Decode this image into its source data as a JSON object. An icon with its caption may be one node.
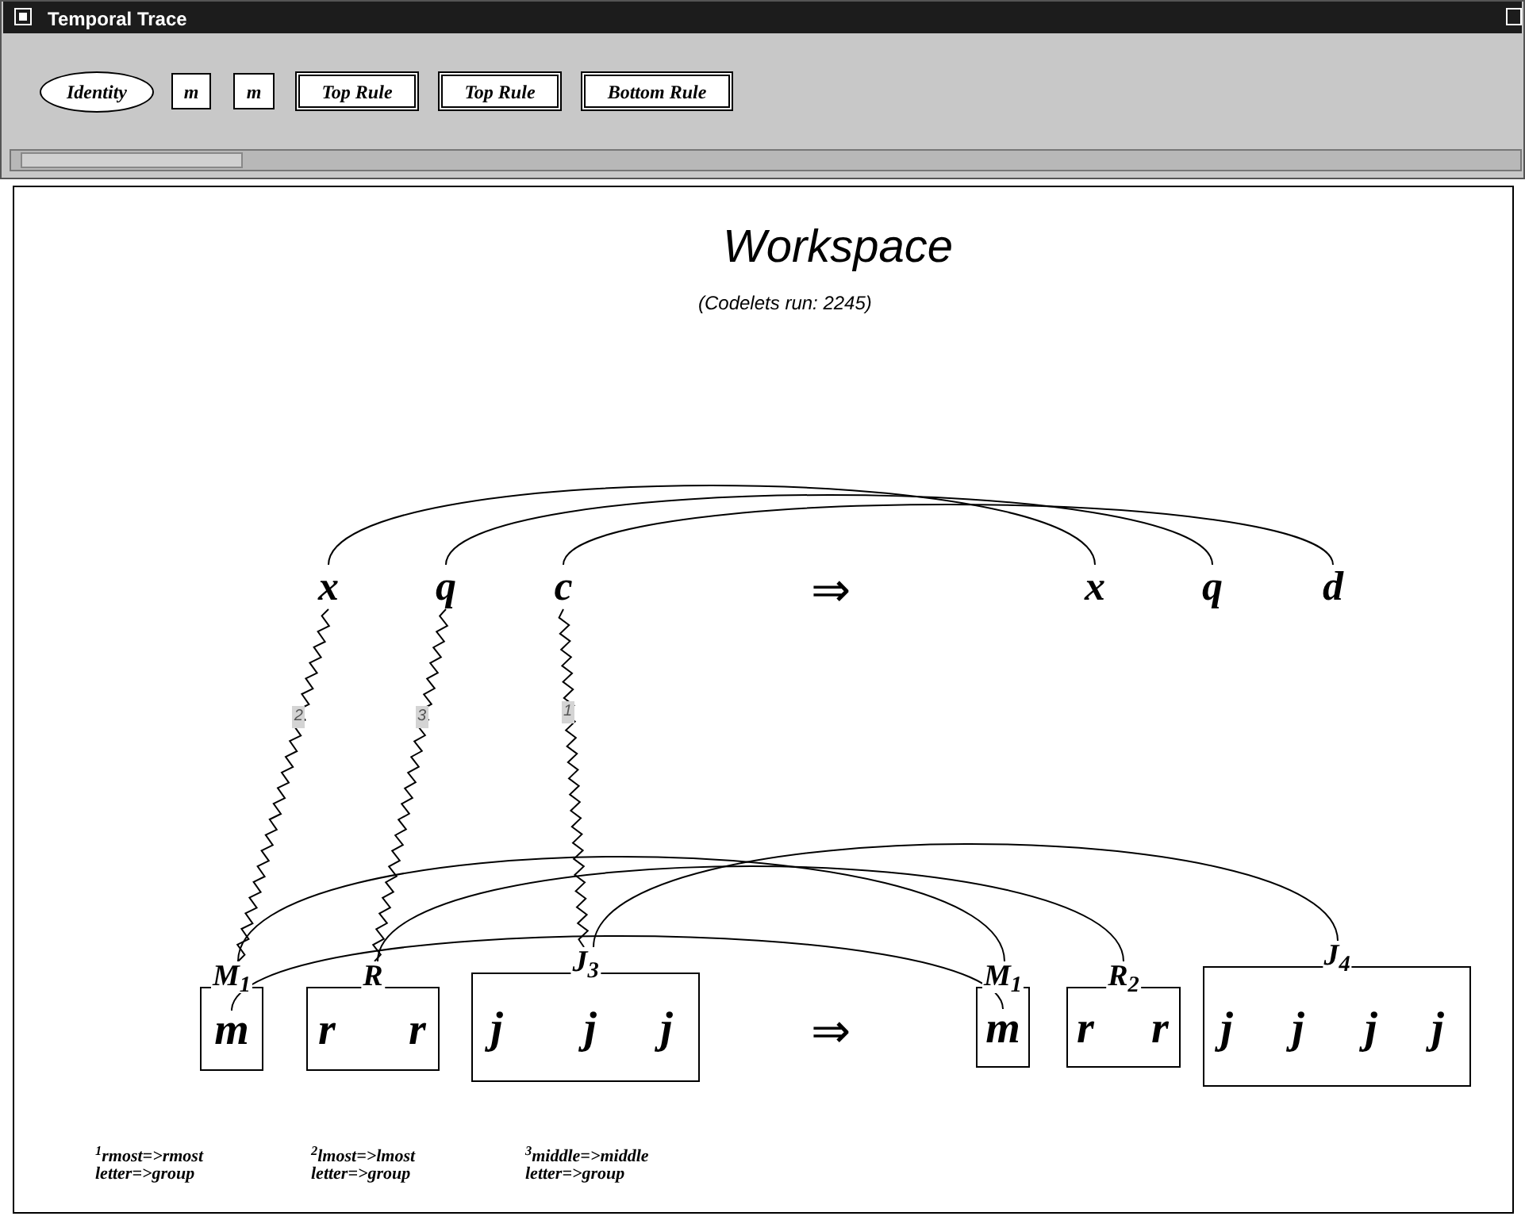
{
  "diagram": {
    "title": "Workspace",
    "nodes": [
      {
        "text": [
          "Identity"
        ]
      },
      {
        "text": [
          "m"
        ]
      },
      {
        "text": [
          "m"
        ]
      },
      {
        "text": [
          "Top Rule"
        ]
      },
      {
        "text": [
          "Top Rule"
        ]
      },
      {
        "text": [
          "Bottom Rule"
        ]
      },
      {
        "text": [
          "x"
        ]
      },
      {
        "text": [
          "q"
        ]
      },
      {
        "text": [
          "c"
        ]
      },
      {
        "text": [
          "x"
        ]
      },
      {
        "text": [
          "q"
        ]
      },
      {
        "text": [
          "d"
        ]
      },
      {
        "text": [
          "M$_{1}$"
        ]
      },
      {
        "text": [
          "m"
        ],
        "in": 12
      },
      {
        "text": [
          "R"
        ]
      },
      {
        "text": [
          "r"
        ],
        "in": 14
      },
      {
        "text": [
          "r"
        ],
        "in": 14
      },
      {
        "text": [
          "J$_{3}$"
        ]
      },
      {
        "text": [
          "j"
        ],
        "in": 17
      },
      {
        "text": [
          "j"
        ],
        "in": 17
      },
      {
        "text": [
          "j"
        ],
        "in": 17
      },
      {
        "text": [
          "M$_{1}$"
        ]
      },
      {
        "text": [
          "m"
        ],
        "in": 21
      },
      {
        "text": [
          "R$_{2}$"
        ]
      },
      {
        "text": [
          "r"
        ],
        "in": 23
      },
      {
        "text": [
          "r"
        ],
        "in": 23
      },
      {
        "text": [
          "J$_{4}$"
        ]
      },
      {
        "text": [
          "j"
        ],
        "in": 26
      },
      {
        "text": [
          "j"
        ],
        "in": 26
      },
      {
        "text": [
          "j"
        ],
        "in": 26
      },
      {
        "text": [
          "j"
        ],
        "in": 26
      }
    ],
    "edges": [
      {
        "from": 6,
        "to": 9,
        "arrow": "none"
      },
      {
        "from": 7,
        "to": 10,
        "arrow": "none"
      },
      {
        "from": 8,
        "to": 11,
        "arrow": "none"
      },
      {
        "from": 6,
        "to": 12,
        "arrow": "none",
        "label": "2"
      },
      {
        "from": 7,
        "to": 14,
        "arrow": "none",
        "label": "3"
      },
      {
        "from": 8,
        "to": 17,
        "arrow": "none",
        "label": "1"
      },
      {
        "from": 12,
        "to": 21,
        "arrow": "none"
      },
      {
        "from": 14,
        "to": 23,
        "arrow": "none"
      },
      {
        "from": 17,
        "to": 26,
        "arrow": "none"
      },
      {
        "from": 13,
        "to": 22,
        "arrow": "none"
      }
    ],
    "labels": [
      "Temporal Trace",
      "(Codelets run: 2245)",
      "⇒",
      "⇒",
      "$^{1}$rmost=>rmost letter=>group",
      "$^{2}$lmost=>lmost letter=>group",
      "$^{3}$middle=>middle letter=>group"
    ]
  }
}
